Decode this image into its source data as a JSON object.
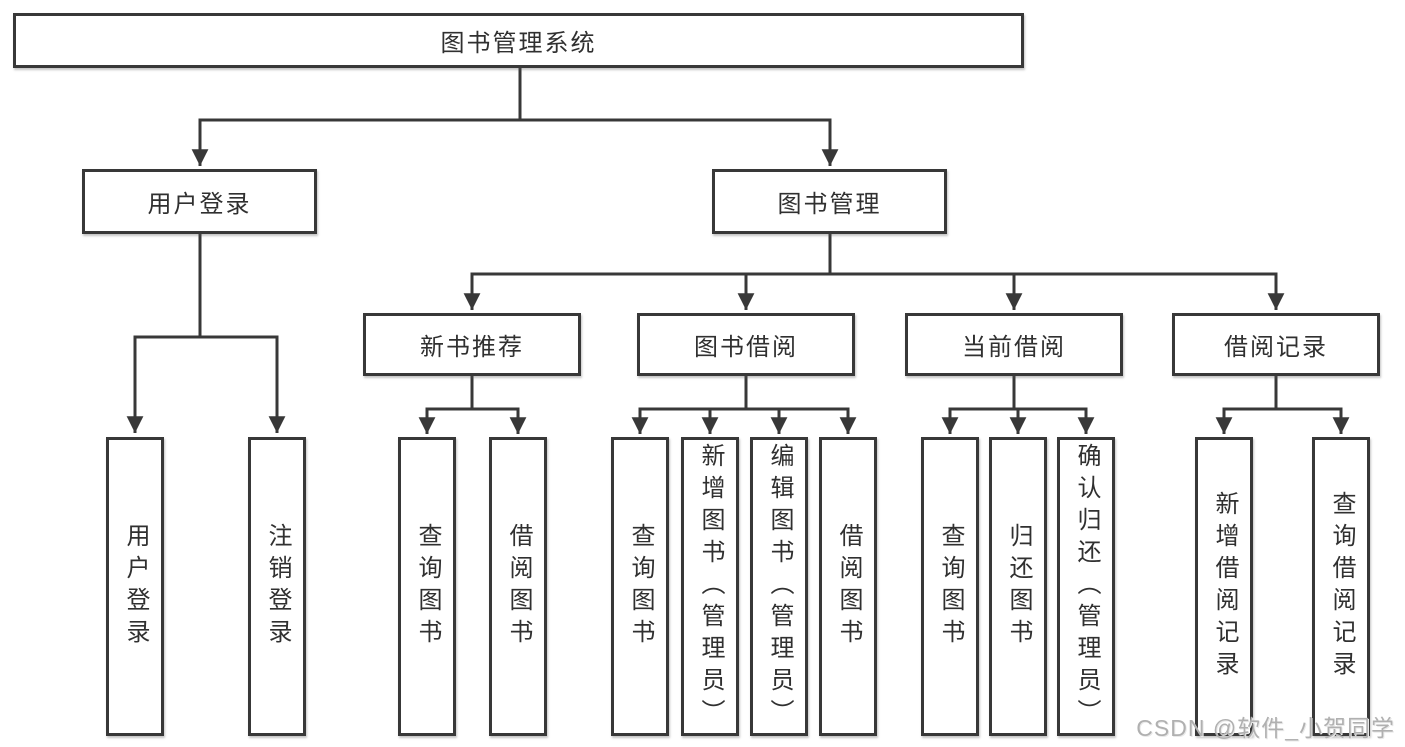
{
  "diagram": {
    "root": {
      "label": "图书管理系统"
    },
    "branches": [
      {
        "label": "用户登录",
        "children": [
          {
            "label": "用户登录"
          },
          {
            "label": "注销登录"
          }
        ]
      },
      {
        "label": "图书管理",
        "children": [
          {
            "label": "新书推荐",
            "children": [
              {
                "label": "查询图书"
              },
              {
                "label": "借阅图书"
              }
            ]
          },
          {
            "label": "图书借阅",
            "children": [
              {
                "label": "查询图书"
              },
              {
                "label": "新增图书（管理员）"
              },
              {
                "label": "编辑图书（管理员）"
              },
              {
                "label": "借阅图书"
              }
            ]
          },
          {
            "label": "当前借阅",
            "children": [
              {
                "label": "查询图书"
              },
              {
                "label": "归还图书"
              },
              {
                "label": "确认归还（管理员）"
              }
            ]
          },
          {
            "label": "借阅记录",
            "children": [
              {
                "label": "新增借阅记录"
              },
              {
                "label": "查询借阅记录"
              }
            ]
          }
        ]
      }
    ]
  },
  "watermark": "CSDN @软件_小贺同学",
  "colors": {
    "line": "#383838",
    "box_border": "#383838",
    "text": "#303030",
    "watermark": "#b0b0b0",
    "background": "#ffffff"
  }
}
